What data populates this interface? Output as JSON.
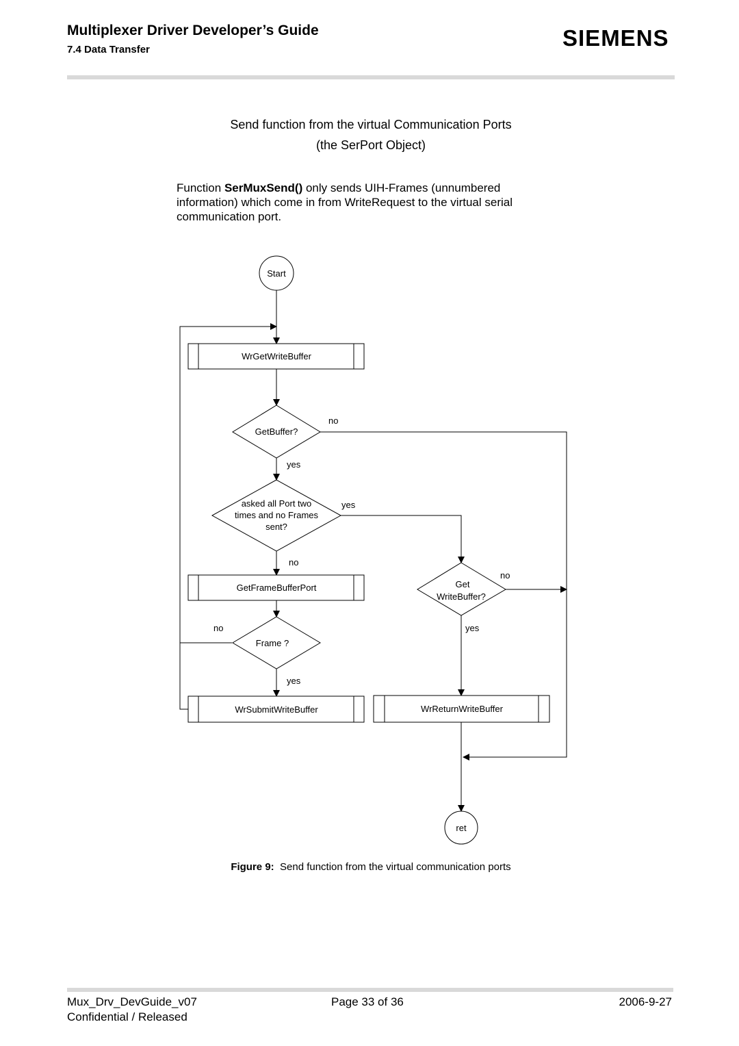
{
  "header": {
    "title": "Multiplexer Driver Developer’s Guide",
    "section": "7.4 Data Transfer",
    "logo": "SIEMENS"
  },
  "heading": {
    "line1": "Send function from the virtual Communication Ports",
    "line2": "(the SerPort Object)"
  },
  "intro": {
    "prefix": "Function ",
    "function_name": "SerMuxSend()",
    "text": " only sends UIH-Frames (unnumbered information) which come in from WriteRequest to the virtual serial communication port."
  },
  "flowchart": {
    "start": "Start",
    "wr_get_write_buffer": "WrGetWriteBuffer",
    "get_buffer_decision": "GetBuffer?",
    "asked_all_ports_line1": "asked all Port two",
    "asked_all_ports_line2": "times and no Frames",
    "asked_all_ports_line3": "sent?",
    "get_frame_buffer_port": "GetFrameBufferPort",
    "frame_decision": "Frame ?",
    "wr_submit_write_buffer": "WrSubmitWriteBuffer",
    "get_write_buffer_line1": "Get",
    "get_write_buffer_line2": "WriteBuffer?",
    "wr_return_write_buffer": "WrReturnWriteBuffer",
    "ret": "ret",
    "label_no": "no",
    "label_yes": "yes"
  },
  "caption": {
    "label": "Figure 9:",
    "text": "Send function from the virtual communication ports"
  },
  "footer": {
    "file": "Mux_Drv_DevGuide_v07",
    "page": "Page 33 of 36",
    "date": "2006-9-27",
    "status": "Confidential / Released"
  }
}
